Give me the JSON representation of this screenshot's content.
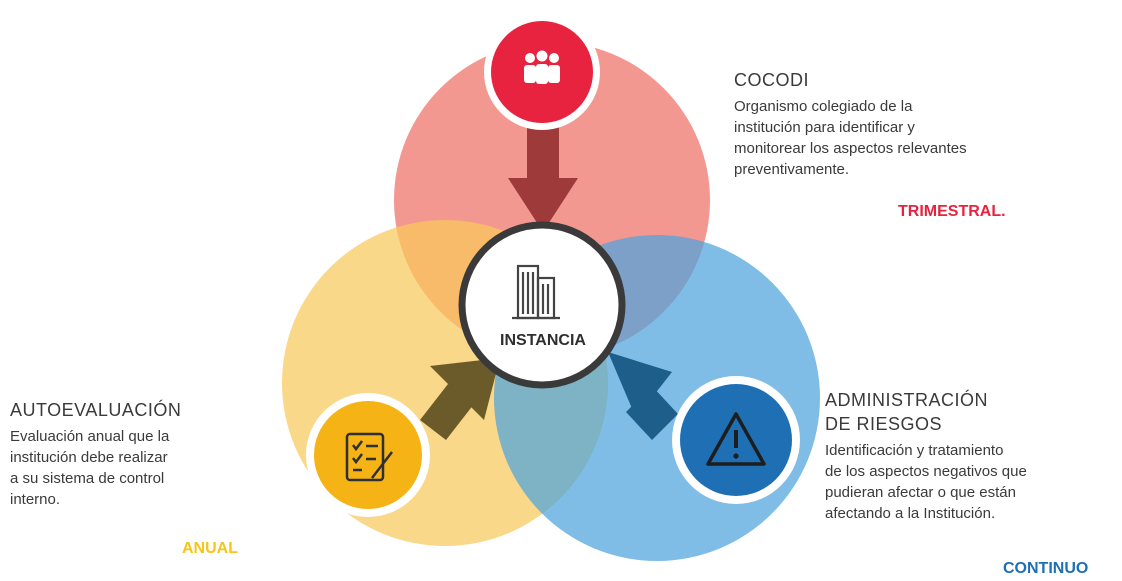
{
  "center": {
    "label": "INSTANCIA",
    "icon": "buildings-icon"
  },
  "nodes": [
    {
      "id": "cocodi",
      "title": "COCODI",
      "description": [
        "Organismo colegiado de la",
        "institución para identificar y",
        "monitorear los aspectos relevantes",
        "preventivamente."
      ],
      "frequency": "TRIMESTRAL.",
      "color": "#e8233f",
      "circle_color": "#ee7b72",
      "icon": "group-icon"
    },
    {
      "id": "autoevaluacion",
      "title": "AUTOEVALUACIÓN",
      "description": [
        "Evaluación anual que la",
        "institución debe realizar",
        "a su sistema de control",
        "interno."
      ],
      "frequency": "ANUAL",
      "color": "#f5c518",
      "circle_color": "#f8c95c",
      "icon": "checklist-icon"
    },
    {
      "id": "riesgos",
      "title": [
        "ADMINISTRACIÓN",
        "DE RIESGOS"
      ],
      "description": [
        "Identificación y tratamiento",
        "de los aspectos negativos que",
        "pudieran afectar o que están",
        "afectando a la Institución."
      ],
      "frequency": "CONTINUO",
      "color": "#1f6fb5",
      "circle_color": "#4da3dd",
      "icon": "warning-icon"
    }
  ]
}
